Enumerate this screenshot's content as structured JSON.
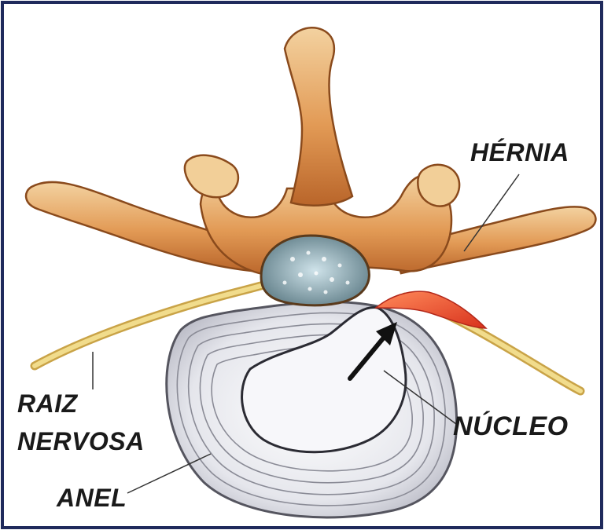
{
  "labels": {
    "hernia": "HÉRNIA",
    "raiz": "RAIZ",
    "nervosa": "NERVOSA",
    "nucleo": "NÚCLEO",
    "anel": "ANEL"
  },
  "colors": {
    "frame": "#1f2a5c",
    "bone": "#e2a35b",
    "bone_dark": "#b86a2c",
    "bone_light": "#f6dcae",
    "nerve": "#e6c765",
    "hernia": "#e34a2e",
    "disc": "#e8e8ee",
    "disc_line": "#7a7a86",
    "canal": "#7b9aa6",
    "text": "#1a1a1a"
  }
}
